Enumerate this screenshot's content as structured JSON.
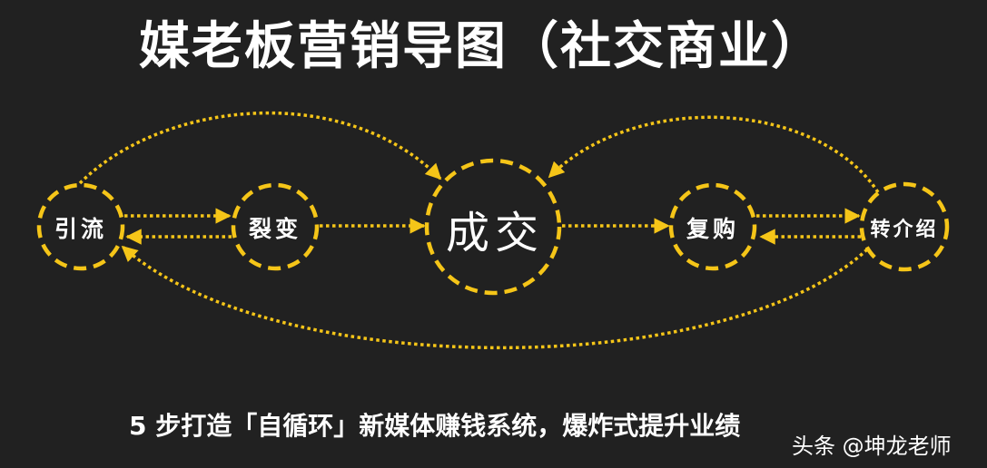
{
  "title": "媒老板营销导图（社交商业）",
  "colors": {
    "background": "#212121",
    "accent": "#F5C518",
    "text": "#FFFFFF"
  },
  "nodes": [
    {
      "id": "yinliu",
      "label": "引流"
    },
    {
      "id": "liebian",
      "label": "裂变"
    },
    {
      "id": "chengjiao",
      "label": "成交"
    },
    {
      "id": "fugou",
      "label": "复购"
    },
    {
      "id": "zhuanjieshao",
      "label": "转介绍"
    }
  ],
  "edges": [
    {
      "from": "引流",
      "to": "裂变",
      "style": "dotted-arrow"
    },
    {
      "from": "裂变",
      "to": "引流",
      "style": "dotted-arrow"
    },
    {
      "from": "裂变",
      "to": "成交",
      "style": "dotted-arrow"
    },
    {
      "from": "成交",
      "to": "复购",
      "style": "dotted-arrow"
    },
    {
      "from": "复购",
      "to": "转介绍",
      "style": "dotted-arrow"
    },
    {
      "from": "转介绍",
      "to": "复购",
      "style": "dotted-arrow"
    },
    {
      "from": "引流",
      "to": "成交",
      "style": "dotted-arc-top"
    },
    {
      "from": "转介绍",
      "to": "成交",
      "style": "dotted-arc-top"
    },
    {
      "from": "转介绍",
      "to": "引流",
      "style": "dotted-arc-bottom"
    }
  ],
  "subtitle": "5 步打造「自循环」新媒体赚钱系统，爆炸式提升业绩",
  "watermark": "头条 @坤龙老师"
}
